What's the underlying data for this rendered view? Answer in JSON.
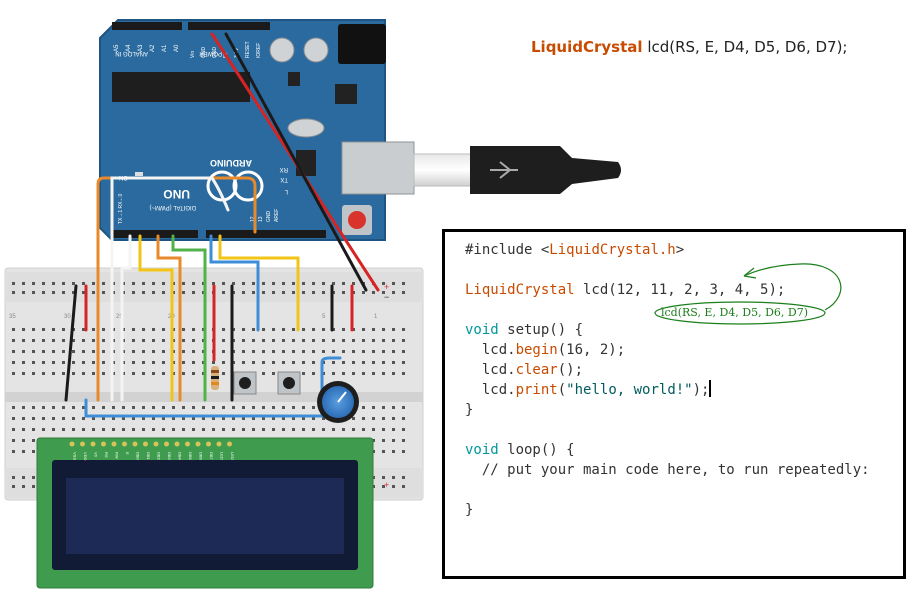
{
  "formula": {
    "class_name": "LiquidCrystal",
    "rest": " lcd(RS, E, D4, D5, D6, D7);"
  },
  "code": {
    "include_prefix": "#include <",
    "include_name": "LiquidCrystal.h",
    "include_suffix": ">",
    "decl_class": "LiquidCrystal",
    "decl_rest": " lcd(12, 11, 2, 3, 4, 5);",
    "setup_kw": "void",
    "setup_rest": " setup() {",
    "l1_obj": "  lcd.",
    "l1_fn": "begin",
    "l1_rest": "(16, 2);",
    "l2_obj": "  lcd.",
    "l2_fn": "clear",
    "l2_rest": "();",
    "l3_obj": "  lcd.",
    "l3_fn": "print",
    "l3_open": "(",
    "l3_str": "\"hello, world!\"",
    "l3_close": ");",
    "close1": "}",
    "loop_kw": "void",
    "loop_rest": " loop() {",
    "comment": "  // put your main code here, to run repeatedly:",
    "close2": "}"
  },
  "annotation": "lcd(RS, E, D4, D5, D6, D7)",
  "board": {
    "analog_in": "ANALOG IN",
    "power": "POWER",
    "brand": "ARDUINO",
    "model": "UNO",
    "digital": "DIGITAL (PWM~)",
    "on": "ON",
    "tx": "TX",
    "rx": "RX",
    "l": "L",
    "aref": "AREF",
    "gnd": "GND",
    "pin13": "13",
    "pin12": "12",
    "pin_txrx": "TX→1  RX←0",
    "analog_pins": [
      "A5",
      "A4",
      "A3",
      "A2",
      "A1",
      "A0"
    ],
    "power_pins": [
      "Vin",
      "GND",
      "GND",
      "5V",
      "3.3V",
      "RESET",
      "IOREF"
    ]
  },
  "breadboard": {
    "col_30": "30",
    "col_25": "25",
    "col_20": "20",
    "col_5": "5",
    "col_1": "1",
    "col_35": "35",
    "plus": "+",
    "minus": "−"
  },
  "lcd_pins": [
    "VSS",
    "VDD",
    "V0",
    "RS",
    "RW",
    "E",
    "DB0",
    "DB1",
    "DB2",
    "DB3",
    "DB4",
    "DB5",
    "DB6",
    "DB7",
    "LED",
    "LED"
  ],
  "colors": {
    "board": "#2a6a9e",
    "board_dark": "#1d5482",
    "lcd_green": "#3f9c4e",
    "lcd_screen": "#1c2a55",
    "wire_orange": "#e8892b",
    "wire_yellow": "#f2c415",
    "wire_green": "#52b24a",
    "wire_blue": "#3d8ed6",
    "wire_red": "#d62424",
    "wire_black": "#1a1a1a",
    "wire_white": "#f4f4f4",
    "annot_green": "#1a7f1a",
    "code_class": "#c84b00",
    "code_keyword": "#00979c"
  }
}
